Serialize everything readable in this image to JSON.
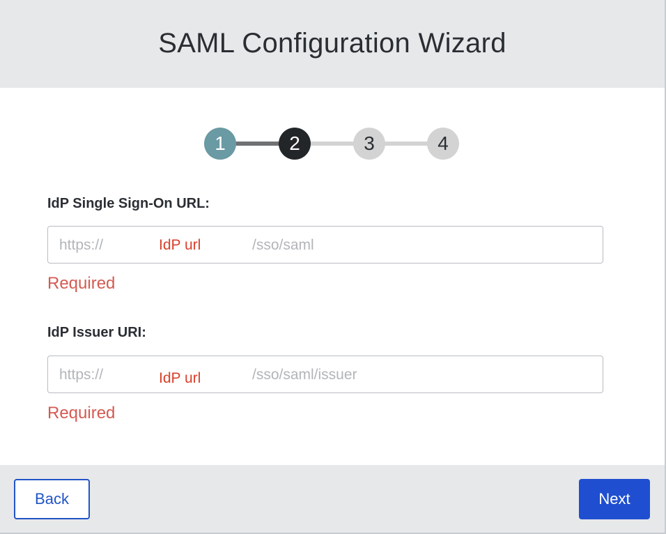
{
  "header": {
    "title": "SAML Configuration Wizard"
  },
  "stepper": {
    "current_step": 2,
    "steps": [
      {
        "label": "1",
        "state": "completed",
        "color": "#6a9aa3"
      },
      {
        "label": "2",
        "state": "active",
        "color": "#232629"
      },
      {
        "label": "3",
        "state": "pending",
        "color": "#d3d3d3"
      },
      {
        "label": "4",
        "state": "pending",
        "color": "#d3d3d3"
      }
    ]
  },
  "form": {
    "sso_url": {
      "label": "IdP Single Sign-On URL:",
      "prefix": "https://",
      "host_placeholder": "IdP url",
      "suffix": "/sso/saml",
      "error": "Required"
    },
    "issuer_uri": {
      "label": "IdP Issuer URI:",
      "prefix": "https://",
      "host_placeholder": "IdP url",
      "suffix": "/sso/saml/issuer",
      "error": "Required"
    }
  },
  "footer": {
    "back_label": "Back",
    "next_label": "Next"
  },
  "colors": {
    "primary": "#1f4fd0",
    "error": "#d45a52",
    "host_placeholder": "#d9402b",
    "header_bg": "#e7e8ea"
  }
}
